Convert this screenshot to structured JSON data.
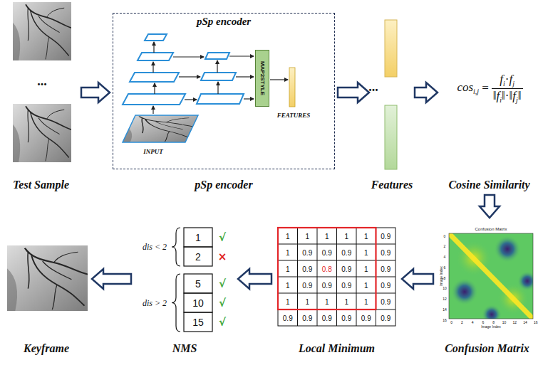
{
  "diagram": {
    "nodes": [
      {
        "text": [
          "Test Sample"
        ]
      },
      {
        "text": [
          "pSp encoder",
          "pSp encoder"
        ]
      },
      {
        "text": [
          "MAP2STYLE"
        ],
        "in": 1
      },
      {
        "text": [
          "Features"
        ]
      },
      {
        "text": [
          "Cosine Similarity"
        ]
      },
      {
        "text": [
          "Confusion Matrix"
        ]
      },
      {
        "text": [
          "Local Minimum"
        ]
      },
      {
        "text": [
          "NMS"
        ]
      },
      {
        "text": [
          "Keyframe"
        ]
      }
    ],
    "edges": [
      {
        "from": 0,
        "to": 1,
        "arrow": "to"
      },
      {
        "from": 1,
        "to": 3,
        "arrow": "to"
      },
      {
        "from": 3,
        "to": 4,
        "arrow": "to"
      },
      {
        "from": 4,
        "to": 5,
        "arrow": "to"
      },
      {
        "from": 5,
        "to": 6,
        "arrow": "to"
      },
      {
        "from": 6,
        "to": 7,
        "arrow": "to"
      },
      {
        "from": 7,
        "to": 8,
        "arrow": "to"
      }
    ],
    "labels": [
      "...",
      "INPUT",
      "FEATURES",
      "...",
      "cos",
      "i,j",
      "=",
      "f",
      "i",
      "·",
      "f",
      "j",
      "‖",
      "f",
      "i",
      "‖",
      "·",
      "‖",
      "f",
      "j",
      "‖",
      "Confusion Matrix",
      "Image Index",
      "Image Index",
      "0",
      "2",
      "4",
      "6",
      "8",
      "10",
      "12",
      "14",
      "16",
      "0",
      "2",
      "4",
      "6",
      "8",
      "10",
      "12",
      "14",
      "16",
      "1",
      "1",
      "1",
      "1",
      "1",
      "0.9",
      "1",
      "0.9",
      "0.9",
      "0.9",
      "1",
      "0.9",
      "1",
      "0.9",
      "0.8",
      "0.9",
      "1",
      "0.9",
      "1",
      "0.9",
      "0.9",
      "0.9",
      "1",
      "0.9",
      "1",
      "1",
      "1",
      "1",
      "1",
      "0.9",
      "0.9",
      "0.9",
      "0.9",
      "0.9",
      "0.9",
      "0.9",
      "dis < 2",
      "dis > 2",
      "1",
      "2",
      "5",
      "10",
      "15",
      "√",
      "×",
      "√",
      "√",
      "√"
    ]
  }
}
